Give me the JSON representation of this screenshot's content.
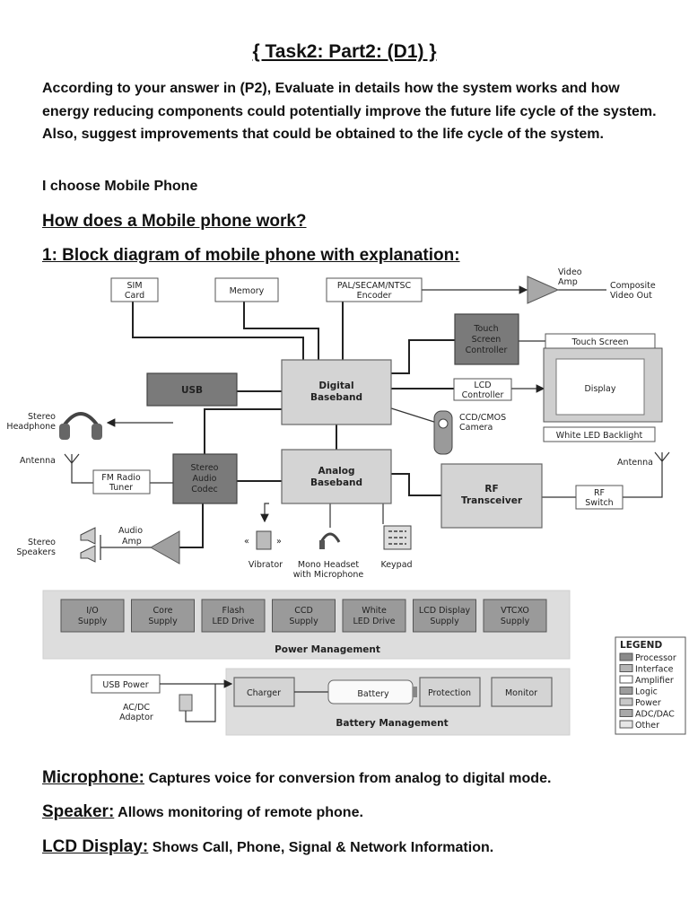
{
  "title": "{ Task2: Part2: (D1) }",
  "intro": "According to your answer in (P2), Evaluate in details how the system works and how energy reducing components could potentially improve the future life cycle of the system. Also, suggest improvements that could be obtained to the life cycle of the system.",
  "choice": "I choose Mobile Phone",
  "heading1": "How does a Mobile phone work?",
  "heading2": "1: Block diagram of mobile phone with explanation:",
  "diagram": {
    "sim_card": [
      "SIM",
      "Card"
    ],
    "memory": "Memory",
    "encoder": [
      "PAL/SECAM/NTSC",
      "Encoder"
    ],
    "video_amp": [
      "Video",
      "Amp"
    ],
    "composite": [
      "Composite",
      "Video Out"
    ],
    "touch_controller": [
      "Touch",
      "Screen",
      "Controller"
    ],
    "touch_screen": "Touch Screen",
    "lcd_controller": [
      "LCD",
      "Controller"
    ],
    "display": "Display",
    "led_backlight": "White LED Backlight",
    "usb": "USB",
    "digital_baseband": [
      "Digital",
      "Baseband"
    ],
    "camera": [
      "CCD/CMOS",
      "Camera"
    ],
    "stereo_headphone": [
      "Stereo",
      "Headphone"
    ],
    "antenna_left": "Antenna",
    "fm_radio": [
      "FM Radio",
      "Tuner"
    ],
    "stereo_codec": [
      "Stereo",
      "Audio",
      "Codec"
    ],
    "analog_baseband": [
      "Analog",
      "Baseband"
    ],
    "rf_transceiver": [
      "RF",
      "Transceiver"
    ],
    "antenna_right": "Antenna",
    "rf_switch": [
      "RF",
      "Switch"
    ],
    "audio_amp": [
      "Audio",
      "Amp"
    ],
    "stereo_speakers": [
      "Stereo",
      "Speakers"
    ],
    "vibrator": "Vibrator",
    "mono_headset": [
      "Mono Headset",
      "with Microphone"
    ],
    "keypad": "Keypad",
    "power_supplies": [
      [
        "I/O",
        "Supply"
      ],
      [
        "Core",
        "Supply"
      ],
      [
        "Flash",
        "LED Drive"
      ],
      [
        "CCD",
        "Supply"
      ],
      [
        "White",
        "LED Drive"
      ],
      [
        "LCD Display",
        "Supply"
      ],
      [
        "VTCXO",
        "Supply"
      ]
    ],
    "power_management": "Power Management",
    "usb_power": "USB Power",
    "ac_dc": [
      "AC/DC",
      "Adaptor"
    ],
    "charger": "Charger",
    "battery": "Battery",
    "protection": "Protection",
    "monitor": "Monitor",
    "battery_management": "Battery Management",
    "legend_title": "LEGEND",
    "legend": [
      {
        "label": "Processor",
        "color": "#8a8a8a"
      },
      {
        "label": "Interface",
        "color": "#b5b5b5"
      },
      {
        "label": "Amplifier",
        "color": "#ffffff"
      },
      {
        "label": "Logic",
        "color": "#9c9c9c"
      },
      {
        "label": "Power",
        "color": "#c8c8c8"
      },
      {
        "label": "ADC/DAC",
        "color": "#a8a8a8"
      },
      {
        "label": "Other",
        "color": "#e6e6e6"
      }
    ]
  },
  "definitions": [
    {
      "term": "Microphone:",
      "text": " Captures voice for conversion from analog to digital mode."
    },
    {
      "term": "Speaker:",
      "text": " Allows monitoring of remote phone."
    },
    {
      "term": "LCD Display:",
      "text": " Shows Call, Phone, Signal & Network Information."
    }
  ]
}
